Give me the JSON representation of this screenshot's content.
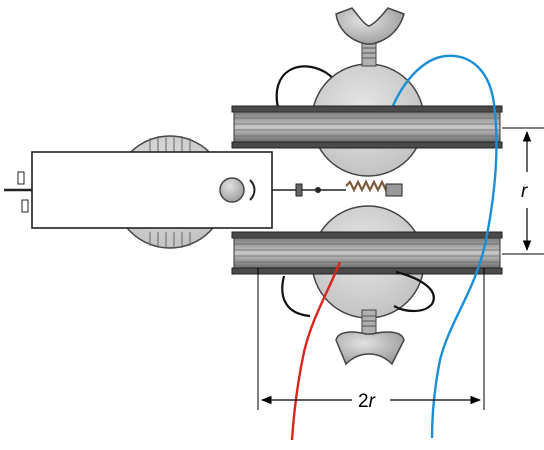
{
  "labels": {
    "radius": "r",
    "diameter_prefix": "2",
    "diameter_var": "r"
  },
  "colors": {
    "wire_red": "#d9261c",
    "wire_blue": "#1a8fd6",
    "wire_black": "#111111",
    "metal_light": "#d6d6d6",
    "metal_mid": "#b4b4b4",
    "metal_dark": "#8a8a8a",
    "coil_plate": "#4a4a4a",
    "coil_winding": "#9a9a9a",
    "spring": "#7a5a3a"
  }
}
